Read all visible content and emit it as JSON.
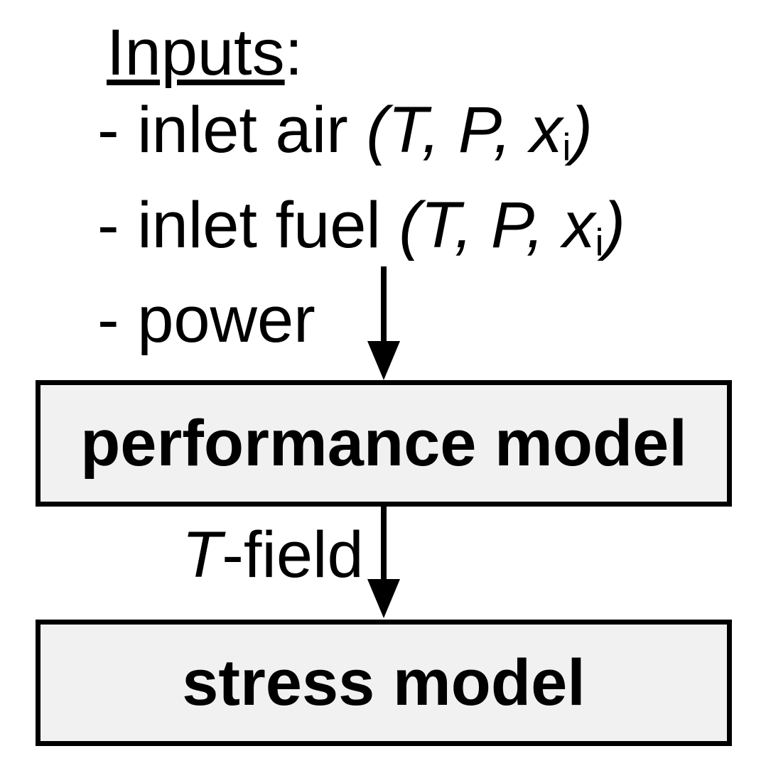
{
  "colors": {
    "background": "#ffffff",
    "text": "#000000",
    "arrow": "#000000",
    "box_fill": "#f1f1f1",
    "box_border": "#000000"
  },
  "inputs": {
    "heading": "Inputs",
    "heading_suffix": ":",
    "items": [
      {
        "segments": [
          {
            "t": "- inlet air "
          },
          {
            "t": "(T, P, x",
            "i": true
          },
          {
            "t": "i",
            "sub": true
          },
          {
            "t": ")",
            "i": true
          }
        ]
      },
      {
        "segments": [
          {
            "t": "- inlet fuel "
          },
          {
            "t": "(T, P, x",
            "i": true
          },
          {
            "t": "i",
            "sub": true
          },
          {
            "t": ")",
            "i": true
          }
        ]
      },
      {
        "segments": [
          {
            "t": "- power"
          }
        ]
      }
    ]
  },
  "nodes": [
    {
      "id": "performance-model",
      "label": "performance model"
    },
    {
      "id": "stress-model",
      "label": "stress model"
    }
  ],
  "edges": [
    {
      "from": "inputs",
      "to": "performance-model"
    },
    {
      "from": "performance-model",
      "to": "stress-model",
      "label_segments": [
        {
          "t": "T",
          "i": true
        },
        {
          "t": "-field"
        }
      ]
    }
  ]
}
